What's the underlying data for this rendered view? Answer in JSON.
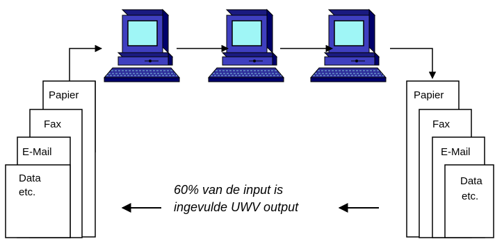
{
  "colors": {
    "line": "#000000",
    "monitor_top": "#1a1a80",
    "monitor_front": "#3f3fc0",
    "monitor_side": "#00006a",
    "screen": "#9ff6f6",
    "keyboard": "#2d2d9a"
  },
  "input_stack": {
    "documents": [
      {
        "label": "Papier"
      },
      {
        "label": "Fax"
      },
      {
        "label": "E-Mail"
      },
      {
        "label_line1": "Data",
        "label_line2": "etc."
      }
    ]
  },
  "output_stack": {
    "documents": [
      {
        "label": "Papier"
      },
      {
        "label": "Fax"
      },
      {
        "label": "E-Mail"
      },
      {
        "label_line1": "Data",
        "label_line2": "etc."
      }
    ]
  },
  "computers": [
    {
      "icon": "computer-icon"
    },
    {
      "icon": "computer-icon"
    },
    {
      "icon": "computer-icon"
    }
  ],
  "caption": {
    "line1": "60% van de input is",
    "line2": "ingevulde UWV output"
  }
}
